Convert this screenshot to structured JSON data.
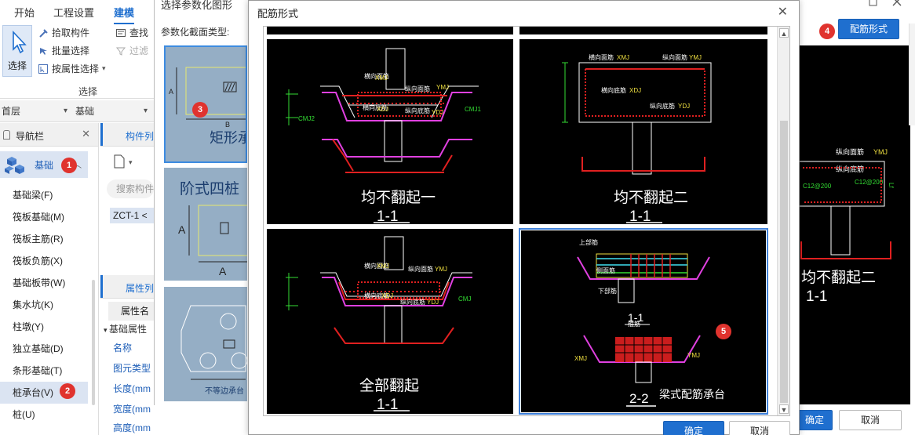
{
  "ribbon": {
    "tabs": [
      "开始",
      "工程设置",
      "建模"
    ],
    "active_tab": "建模",
    "select_label": "选择",
    "items": [
      "拾取构件",
      "批量选择",
      "按属性选择"
    ],
    "items_right": [
      "查找",
      "过滤"
    ],
    "group_label": "选择"
  },
  "combos": {
    "floor": "首层",
    "category": "基础"
  },
  "nav": {
    "title": "导航栏",
    "category": "基础",
    "items": [
      "基础梁(F)",
      "筏板基础(M)",
      "筏板主筋(R)",
      "筏板负筋(X)",
      "基础板带(W)",
      "集水坑(K)",
      "柱墩(Y)",
      "独立基础(D)",
      "条形基础(T)",
      "桩承台(V)",
      "桩(U)"
    ],
    "selected_index": 9
  },
  "component": {
    "tab1": "构件列",
    "search_placeholder": "搜索构件",
    "item": "ZCT-1 <",
    "tab2": "属性列",
    "prop_header": "属性名",
    "prop_group": "基础属性",
    "props": [
      "名称",
      "图元类型",
      "长度(mm",
      "宽度(mm",
      "高度(mm"
    ]
  },
  "param_dialog": {
    "title": "选择参数化图形",
    "subtitle": "参数化截面类型:",
    "thumbs": [
      "矩形承台",
      "阶式四桩",
      "不等边承台"
    ]
  },
  "dialog": {
    "title": "配筋形式",
    "close": "✕",
    "cells": [
      {
        "caption": "均不翻起一",
        "section": "1-1"
      },
      {
        "caption": "均不翻起二",
        "section": "1-1"
      },
      {
        "caption": "全部翻起",
        "section": "1-1"
      },
      {
        "caption": "梁式配筋承台",
        "section": "1-1",
        "section2": "2-2"
      }
    ],
    "ok": "确定",
    "cancel": "取消"
  },
  "right": {
    "button": "配筋形式",
    "caption": "均不翻起二",
    "section": "1-1",
    "ok": "确定",
    "cancel": "取消"
  },
  "labels": {
    "h_top": "横向面筋",
    "h_bot": "横向底筋",
    "v_top": "纵向面筋",
    "v_bot": "纵向底筋",
    "xmj": "XMJ",
    "ymj": "YMJ",
    "xdj": "XDJ",
    "ydj": "YDJ",
    "cmj": "CMJ",
    "cmj1": "CMJ1",
    "cmj2": "CMJ2",
    "top_bar": "上部筋",
    "bot_bar": "下部筋",
    "side_bar": "侧面筋",
    "stirrup": "箍筋",
    "rebar_c": "C12@200"
  },
  "badges": [
    "1",
    "2",
    "3",
    "4",
    "5"
  ],
  "colors": {
    "accent": "#1f6fcf",
    "badge": "#e0332e",
    "cad_bg": "#000000",
    "rebar": "#e02020",
    "dim": "#33dd33",
    "outline": "#ffffff",
    "magenta": "#e040e0",
    "yellow": "#f0e040",
    "cyan": "#40e0f0"
  }
}
